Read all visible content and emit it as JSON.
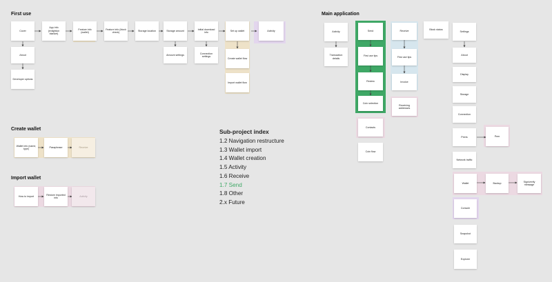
{
  "sections": {
    "first_use": "First use",
    "main_application": "Main application",
    "create_wallet": "Create wallet",
    "import_wallet": "Import wallet"
  },
  "first_use": {
    "cover": "Cover",
    "app_info": "App info (enlightion blanket)",
    "feature_info_wallet": "Feature info (wallet)",
    "feature_info_block": "Feature info (block check)",
    "storage_location": "Storage location",
    "storage_amount": "Storage amount",
    "initial_download": "Initial download info",
    "set_up_wallet": "Set up wallet",
    "activity": "Activity",
    "about": "About",
    "developer_options": "Developer options",
    "amount_settings": "Amount settings",
    "connection_settings": "Connection settings",
    "create_wallet_flow": "Create wallet flow",
    "import_wallet_flow": "Import wallet flow"
  },
  "create_wallet": {
    "wallet_info": "Wallet info (name, type)",
    "passphrase": "Passphrase",
    "receive": "Receive"
  },
  "import_wallet": {
    "how_to_import": "How to import",
    "restore": "Restore imported info",
    "activity": "Activity"
  },
  "main_app": {
    "activity": "Activity",
    "transaction_details": "Transaction details",
    "send": "Send",
    "first_use_tips_send": "First use tips",
    "review": "Review",
    "coin_selection": "Coin selection",
    "contacts": "Contacts",
    "coin_flow": "Coin flow",
    "receive": "Receive",
    "first_use_tips_receive": "First use tips",
    "invoice": "Invoice",
    "receiving_addresses": "Receiving addresses",
    "block_status": "Block status",
    "settings": "Settings",
    "about": "About",
    "display": "Display",
    "storage": "Storage",
    "connection": "Connection",
    "peers": "Peers",
    "peer": "Peer",
    "network_traffic": "Network traffic",
    "wallet": "Wallet",
    "backup": "Backup",
    "sign_verify": "Sign/verify message",
    "console": "Console",
    "snapshot": "Snapshot",
    "explorer": "Explorer"
  },
  "index": {
    "title": "Sub-project index",
    "items": [
      "1.2 Navigation restructure",
      "1.3 Wallet import",
      "1.4 Wallet creation",
      "1.5 Activity",
      "1.6 Receive",
      "1.7 Send",
      "1.8 Other",
      "2.x Future"
    ],
    "active_index": 5
  },
  "colors": {
    "background": "#e6e6e6",
    "send_highlight": "#3fa866",
    "active_index_item": "#3fa866",
    "pink_tint": "#ecd9e2",
    "yellow_tint": "#eee2c8",
    "blue_tint": "#d6e6ee",
    "purple_tint": "#e3d6ee"
  }
}
